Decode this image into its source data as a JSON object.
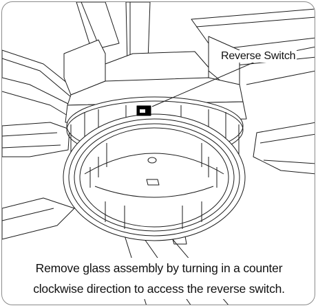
{
  "diagram": {
    "callout_label": "Reverse Switch",
    "caption_line1": "Remove glass assembly by turning in a counter",
    "caption_line2": "clockwise direction to access the reverse switch."
  },
  "colors": {
    "stroke": "#1a1a1a",
    "frame": "#8a8a8a",
    "switch": "#000000"
  }
}
